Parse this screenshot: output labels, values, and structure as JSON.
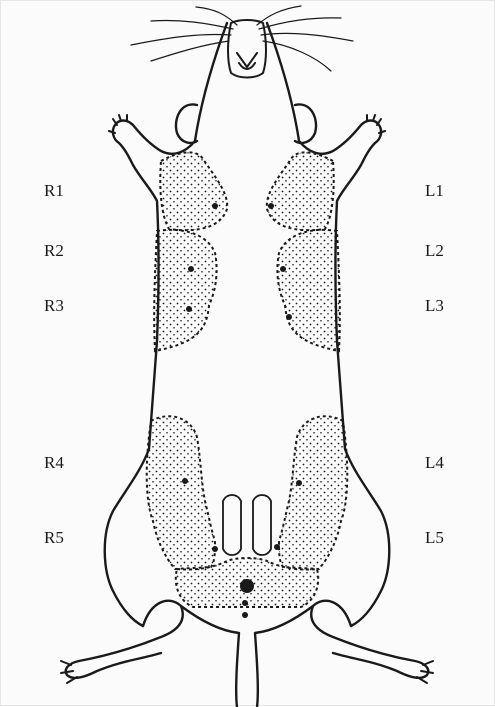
{
  "labels": {
    "right": [
      "R1",
      "R2",
      "R3",
      "R4",
      "R5"
    ],
    "left": [
      "L1",
      "L2",
      "L3",
      "L4",
      "L5"
    ]
  },
  "colors": {
    "ink": "#1a1a1a",
    "paper": "#fbfbfb"
  }
}
